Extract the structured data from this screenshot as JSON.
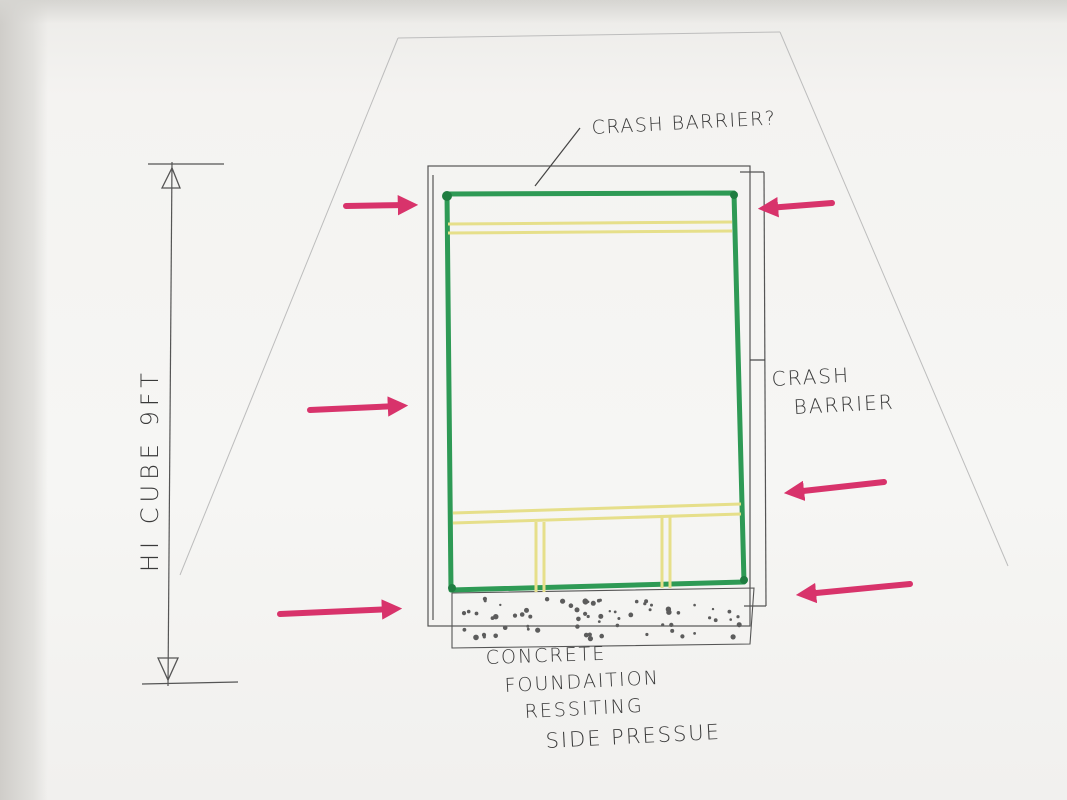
{
  "labels": {
    "crash_barrier_top": "CRASH BARRIER?",
    "crash_barrier_side_line1": "CRASH",
    "crash_barrier_side_line2": "BARRIER",
    "height_label": "HI CUBE 9FT",
    "foundation_line1": "CONCRETE",
    "foundation_line2": "FOUNDAITION",
    "foundation_line3": "RESSITING",
    "foundation_line4": "SIDE PRESSUE"
  },
  "colors": {
    "container_outline": "#2e9a55",
    "yellow_beams": "#e6df8a",
    "pressure_arrows": "#d8336b",
    "pencil": "#4a4a4a",
    "concrete_dots": "#5c5c5c"
  },
  "icons": {
    "pressure_arrow": "arrow-icon",
    "dimension_arrow": "triangle-arrow-icon"
  }
}
